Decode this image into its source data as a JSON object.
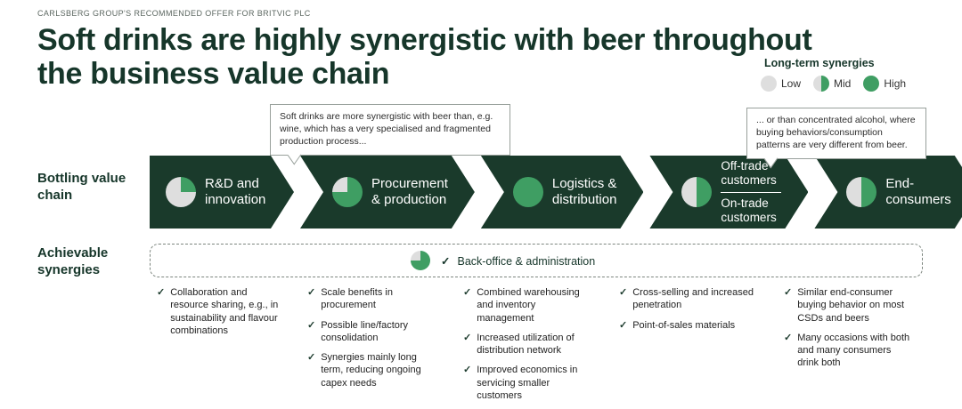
{
  "colors": {
    "dark_green": "#1a3a2b",
    "accent_green": "#3f9e63",
    "pie_gray": "#dedede"
  },
  "header": {
    "eyebrow": "CARLSBERG GROUP'S RECOMMENDED OFFER FOR BRITVIC PLC",
    "title_lines": [
      "Soft drinks are highly synergistic with beer throughout",
      "the business value chain"
    ]
  },
  "legend": {
    "title": "Long-term synergies",
    "items": [
      {
        "label": "Low",
        "fill_pct": 0
      },
      {
        "label": "Mid",
        "fill_pct": 50
      },
      {
        "label": "High",
        "fill_pct": 100
      }
    ]
  },
  "callouts": [
    {
      "text": "Soft drinks are more synergistic with beer than, e.g. wine, which has a very specialised and fragmented production process..."
    },
    {
      "text": "... or than concentrated alcohol, where buying behaviors/consumption patterns are very different from beer."
    }
  ],
  "row_labels": {
    "value_chain": "Bottling value chain",
    "synergies": "Achievable synergies"
  },
  "stages": [
    {
      "label": "R&D and innovation",
      "fill_pct": 25
    },
    {
      "label": "Procurement & production",
      "fill_pct": 75
    },
    {
      "label": "Logistics & distribution",
      "fill_pct": 100
    },
    {
      "labels": [
        "Off-trade customers",
        "On-trade customers"
      ],
      "fill_pct": 50
    },
    {
      "label": "End-consumers",
      "fill_pct": 50
    }
  ],
  "backoffice": {
    "fill_pct": 75,
    "label": "Back-office & administration"
  },
  "misc": {
    "check": "✓"
  },
  "columns": [
    {
      "items": [
        "Collaboration and resource sharing, e.g., in sustainability and flavour combinations"
      ]
    },
    {
      "items": [
        "Scale benefits in procurement",
        "Possible line/factory consolidation",
        "Synergies mainly long term, reducing ongoing capex needs"
      ]
    },
    {
      "items": [
        "Combined warehousing and inventory management",
        "Increased utilization of distribution network",
        "Improved economics in servicing smaller customers"
      ]
    },
    {
      "items": [
        "Cross-selling and increased penetration",
        "Point-of-sales materials"
      ]
    },
    {
      "items": [
        "Similar end-consumer buying behavior on most CSDs and beers",
        "Many occasions with both and many consumers drink both"
      ]
    }
  ]
}
